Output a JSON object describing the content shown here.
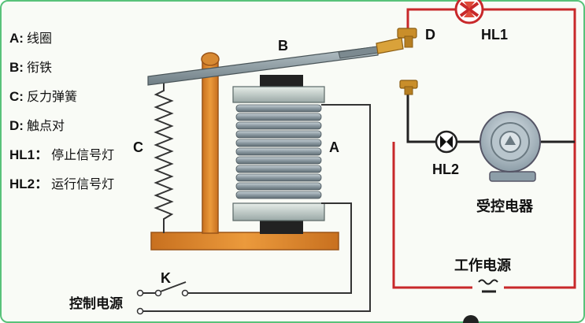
{
  "legend": [
    {
      "key": "A:",
      "value": "线圈"
    },
    {
      "key": "B:",
      "value": "衔铁"
    },
    {
      "key": "C:",
      "value": "反力弹簧"
    },
    {
      "key": "D:",
      "value": "触点对"
    },
    {
      "key": "HL1：",
      "value": "停止信号灯"
    },
    {
      "key": "HL2：",
      "value": "运行信号灯"
    }
  ],
  "labels": {
    "A": "A",
    "B": "B",
    "C": "C",
    "D": "D",
    "K": "K",
    "HL1": "HL1",
    "HL2": "HL2",
    "controlled_device": "受控电器",
    "working_power": "工作电源",
    "control_power": "控制电源"
  },
  "colors": {
    "frame": "#59c27a",
    "base_orange": "#e08a2e",
    "circuit_red": "#c8282a",
    "wire_dark": "#333333",
    "coil_steel": "#8f9da6",
    "core_black": "#222222",
    "armature_gray": "#8a9aa0",
    "contact_gold": "#d9a23a"
  },
  "icons": [
    "lamp-icon",
    "motor-icon",
    "switch-icon",
    "battery-icon",
    "spring-icon",
    "coil-icon"
  ]
}
